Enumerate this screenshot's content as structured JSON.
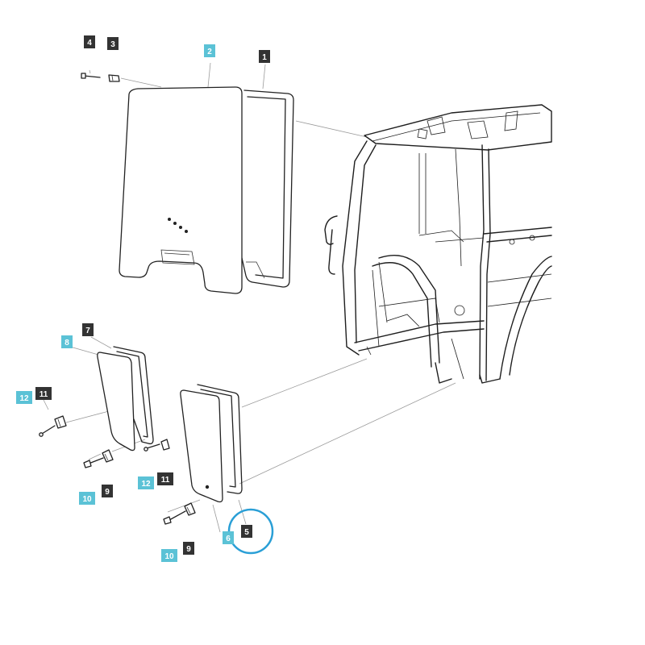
{
  "colors": {
    "callout_dark": "#333333",
    "callout_light": "#5bc2d6",
    "callout_text": "#ffffff",
    "highlight": "#2a9fd6",
    "line": "#222222",
    "leader": "#9a9a9a"
  },
  "callouts": [
    {
      "id": "c4",
      "label": "4",
      "style": "dark"
    },
    {
      "id": "c3",
      "label": "3",
      "style": "dark"
    },
    {
      "id": "c2",
      "label": "2",
      "style": "light"
    },
    {
      "id": "c1",
      "label": "1",
      "style": "dark"
    },
    {
      "id": "c7",
      "label": "7",
      "style": "dark"
    },
    {
      "id": "c8",
      "label": "8",
      "style": "light"
    },
    {
      "id": "c11a",
      "label": "11",
      "style": "dark"
    },
    {
      "id": "c12a",
      "label": "12",
      "style": "light"
    },
    {
      "id": "c12b",
      "label": "12",
      "style": "light"
    },
    {
      "id": "c11b",
      "label": "11",
      "style": "dark"
    },
    {
      "id": "c10a",
      "label": "10",
      "style": "light"
    },
    {
      "id": "c9a",
      "label": "9",
      "style": "dark"
    },
    {
      "id": "c6",
      "label": "6",
      "style": "light"
    },
    {
      "id": "c5",
      "label": "5",
      "style": "dark"
    },
    {
      "id": "c10b",
      "label": "10",
      "style": "light"
    },
    {
      "id": "c9b",
      "label": "9",
      "style": "dark"
    }
  ],
  "highlighted_callout": "5"
}
